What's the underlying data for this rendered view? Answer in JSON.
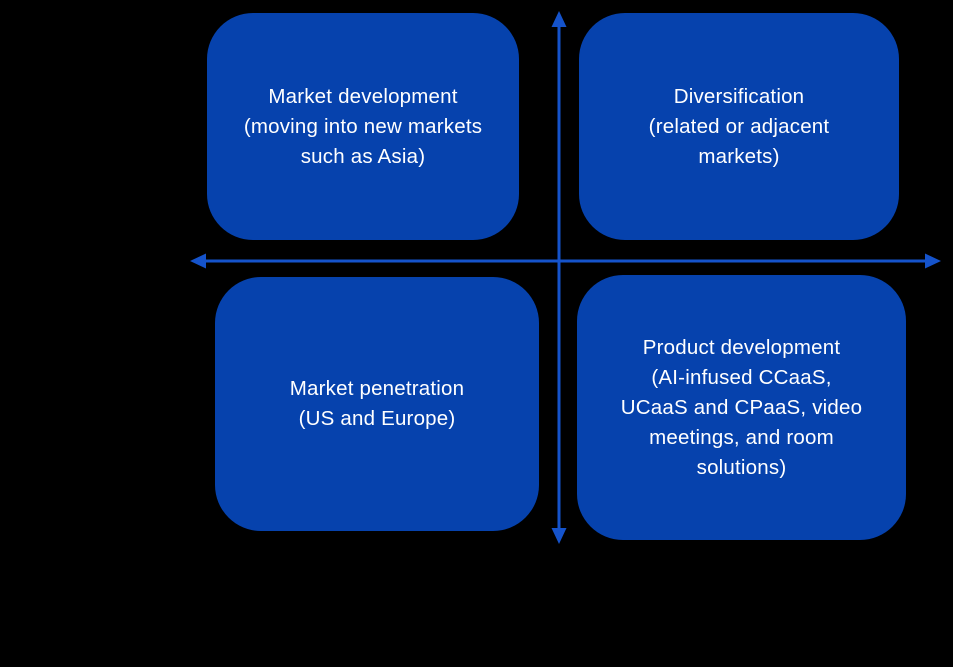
{
  "colors": {
    "background": "#000000",
    "box-fill": "#0642ad",
    "axis": "#1553cb",
    "box-text": "#ffffff"
  },
  "diagram": {
    "type": "ansoff-growth-matrix",
    "axes": {
      "x_axis": {
        "orientation": "horizontal",
        "arrowheads": [
          "left",
          "right"
        ]
      },
      "y_axis": {
        "orientation": "vertical",
        "arrowheads": [
          "up",
          "down"
        ]
      }
    },
    "quadrants": [
      {
        "position": "top-left",
        "lines": [
          "Market development",
          "(moving into new markets",
          "such as Asia)"
        ]
      },
      {
        "position": "top-right",
        "lines": [
          "Diversification",
          "(related or adjacent",
          "markets)"
        ]
      },
      {
        "position": "bottom-left",
        "lines": [
          "Market penetration",
          "(US and Europe)"
        ]
      },
      {
        "position": "bottom-right",
        "lines": [
          "Product development",
          "(AI-infused CCaaS,",
          "UCaaS and CPaaS, video",
          "meetings, and room",
          "solutions)"
        ]
      }
    ]
  }
}
